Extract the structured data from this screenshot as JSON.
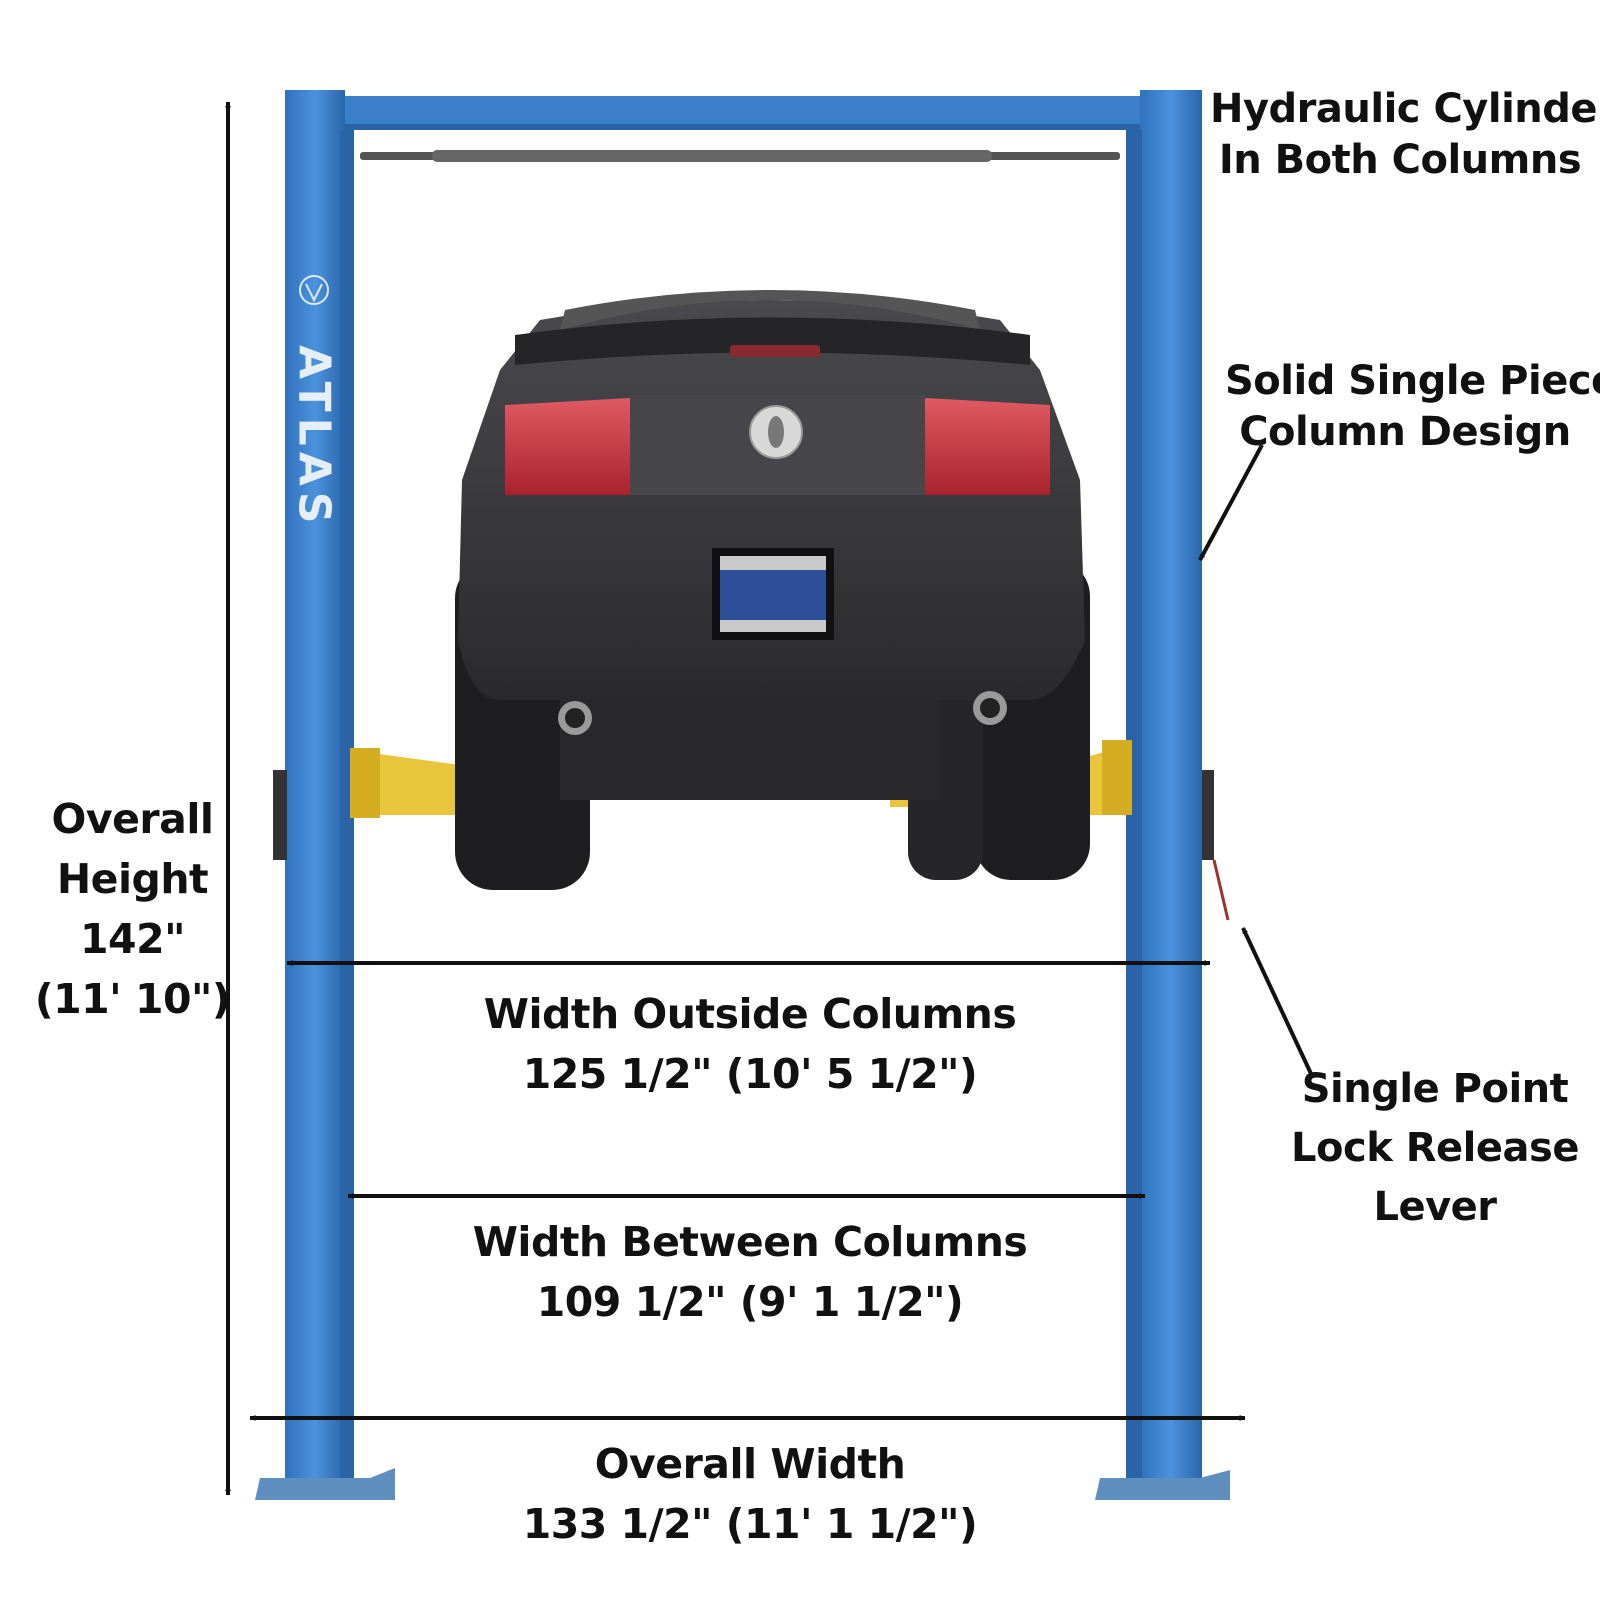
{
  "brand": {
    "column_text": "ATLAS"
  },
  "callouts": {
    "hydraulic": [
      "Hydraulic Cylinders",
      "In Both Columns"
    ],
    "column_design": [
      "Solid Single Piece",
      "Column Design"
    ],
    "lock_release": [
      "Single Point",
      "Lock Release",
      "Lever"
    ]
  },
  "dimensions": {
    "overall_height": {
      "lines": [
        "Overall",
        "Height",
        "142\"",
        "(11' 10\")"
      ]
    },
    "width_outside": {
      "label": "Width Outside Columns",
      "value": "125 1/2\" (10' 5 1/2\")"
    },
    "width_between": {
      "label": "Width Between Columns",
      "value": "109 1/2\" (9' 1 1/2\")"
    },
    "overall_width": {
      "label": "Overall Width",
      "value": "133 1/2\" (11' 1 1/2\")"
    }
  },
  "colors": {
    "column_blue": "#3a7fc8",
    "column_blue_dark": "#2a64a6",
    "lift_arm_yellow": "#e8c53a",
    "car_body": "#3a3a3c",
    "taillight_red": "#c8323e",
    "arrow": "#111111"
  }
}
